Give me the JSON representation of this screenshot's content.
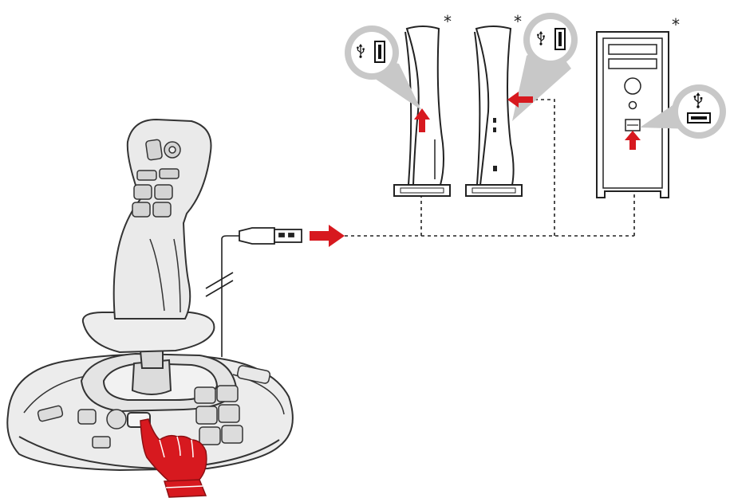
{
  "footnote_markers": [
    "*",
    "*",
    "*"
  ],
  "icons": {
    "usb": "usb-trident-icon",
    "usb_port": "usb-a-port-icon",
    "arrow": "red-arrow-icon",
    "hand": "pointing-hand-icon"
  },
  "colors": {
    "accent_red": "#d7191f",
    "line": "#222222",
    "callout_fill": "#c8c8c8",
    "device_fill": "#ffffff"
  },
  "devices": [
    {
      "name": "console-disc-edition"
    },
    {
      "name": "console-digital-edition"
    },
    {
      "name": "desktop-pc-tower"
    }
  ]
}
